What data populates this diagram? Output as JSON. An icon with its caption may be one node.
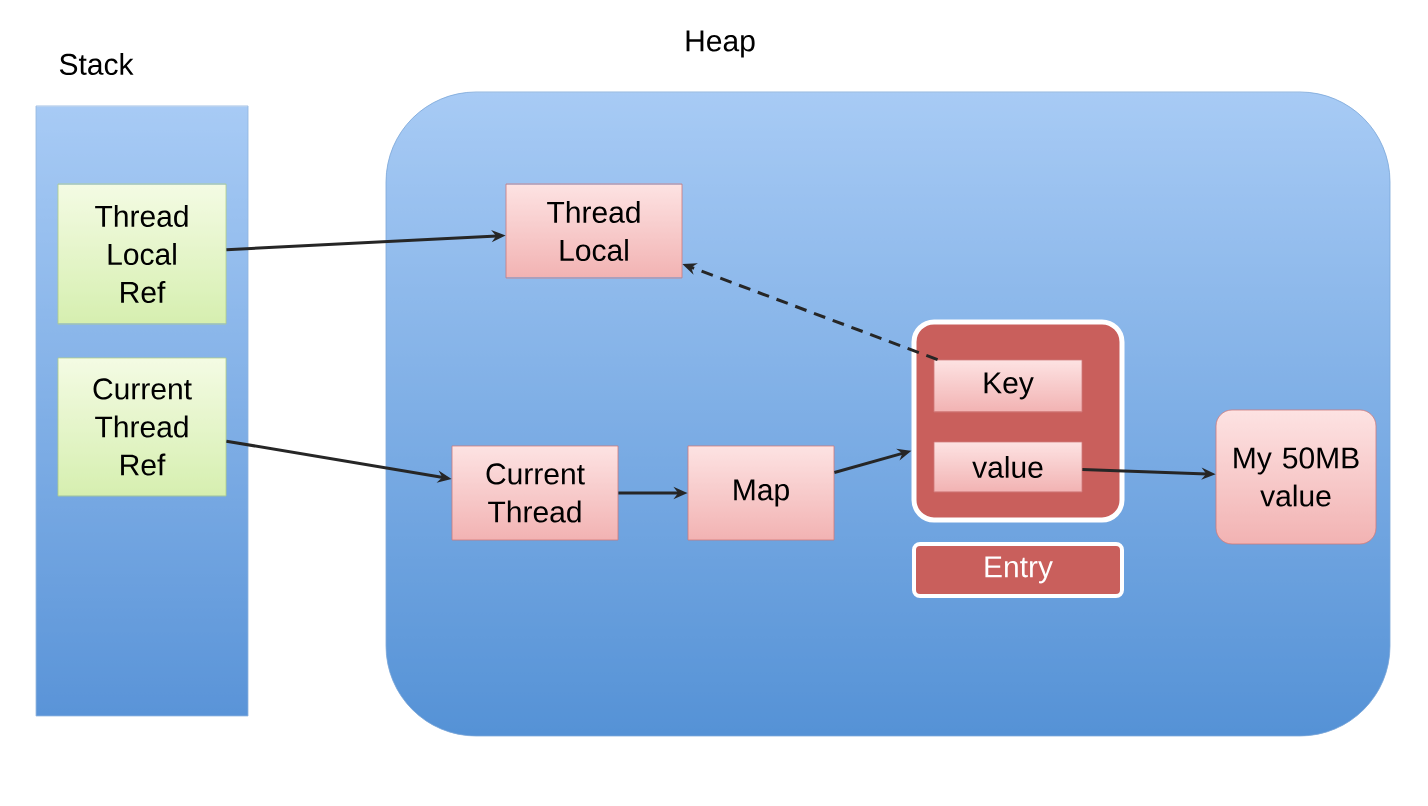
{
  "diagram": {
    "nodes": [
      {
        "text": [
          "Stack"
        ]
      },
      {
        "text": [
          "Thread Local Ref"
        ],
        "in": 0
      },
      {
        "text": [
          "Current Thread Ref"
        ],
        "in": 0
      },
      {
        "text": [
          "Heap"
        ]
      },
      {
        "text": [
          "Thread Local"
        ],
        "in": 3
      },
      {
        "text": [
          "Current Thread"
        ],
        "in": 3
      },
      {
        "text": [
          "Map"
        ],
        "in": 3
      },
      {
        "text": [],
        "shape": "box",
        "in": 3
      },
      {
        "text": [
          "Key"
        ],
        "in": 7
      },
      {
        "text": [
          "value"
        ],
        "in": 7
      },
      {
        "text": [
          "Entry"
        ],
        "in": 3
      },
      {
        "text": [
          "My 50MB value"
        ],
        "in": 3
      }
    ],
    "edges": [
      {
        "from": 1,
        "to": 4,
        "arrow": "to"
      },
      {
        "from": 2,
        "to": 5,
        "arrow": "to"
      },
      {
        "from": 5,
        "to": 6,
        "arrow": "to"
      },
      {
        "from": 6,
        "to": 7,
        "arrow": "to"
      },
      {
        "from": 8,
        "to": 4,
        "arrow": "to",
        "style": "dashed"
      },
      {
        "from": 9,
        "to": 11,
        "arrow": "to"
      }
    ]
  }
}
